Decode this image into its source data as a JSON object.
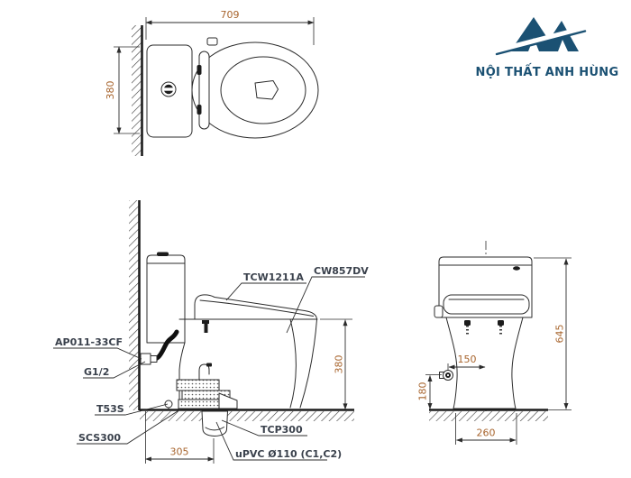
{
  "page": {
    "background": "#ffffff"
  },
  "brand": {
    "name": "NỘI THẤT ANH HÙNG",
    "logo_color": "#1b5173"
  },
  "colors": {
    "line": "#2b2b2b",
    "dimension_text": "#a8652e",
    "label_text": "#3a414c",
    "logo_navy": "#1b5173"
  },
  "dimensions": {
    "top_width": "709",
    "top_depth": "380",
    "side_seat_height": "380",
    "side_outlet_offset": "305",
    "front_total_height": "645",
    "front_supply_offset": "150",
    "front_supply_height": "180",
    "front_base_width": "260"
  },
  "labels": {
    "washlet_seat": "TCW1211A",
    "bowl": "CW857DV",
    "stop_valve": "AP011-33CF",
    "supply_thread": "G1/2",
    "fixing_bolt": "T53S",
    "connector": "SCS300",
    "flange": "TCP300",
    "drain_pipe": "uPVC Ø110 (C1,C2)"
  }
}
